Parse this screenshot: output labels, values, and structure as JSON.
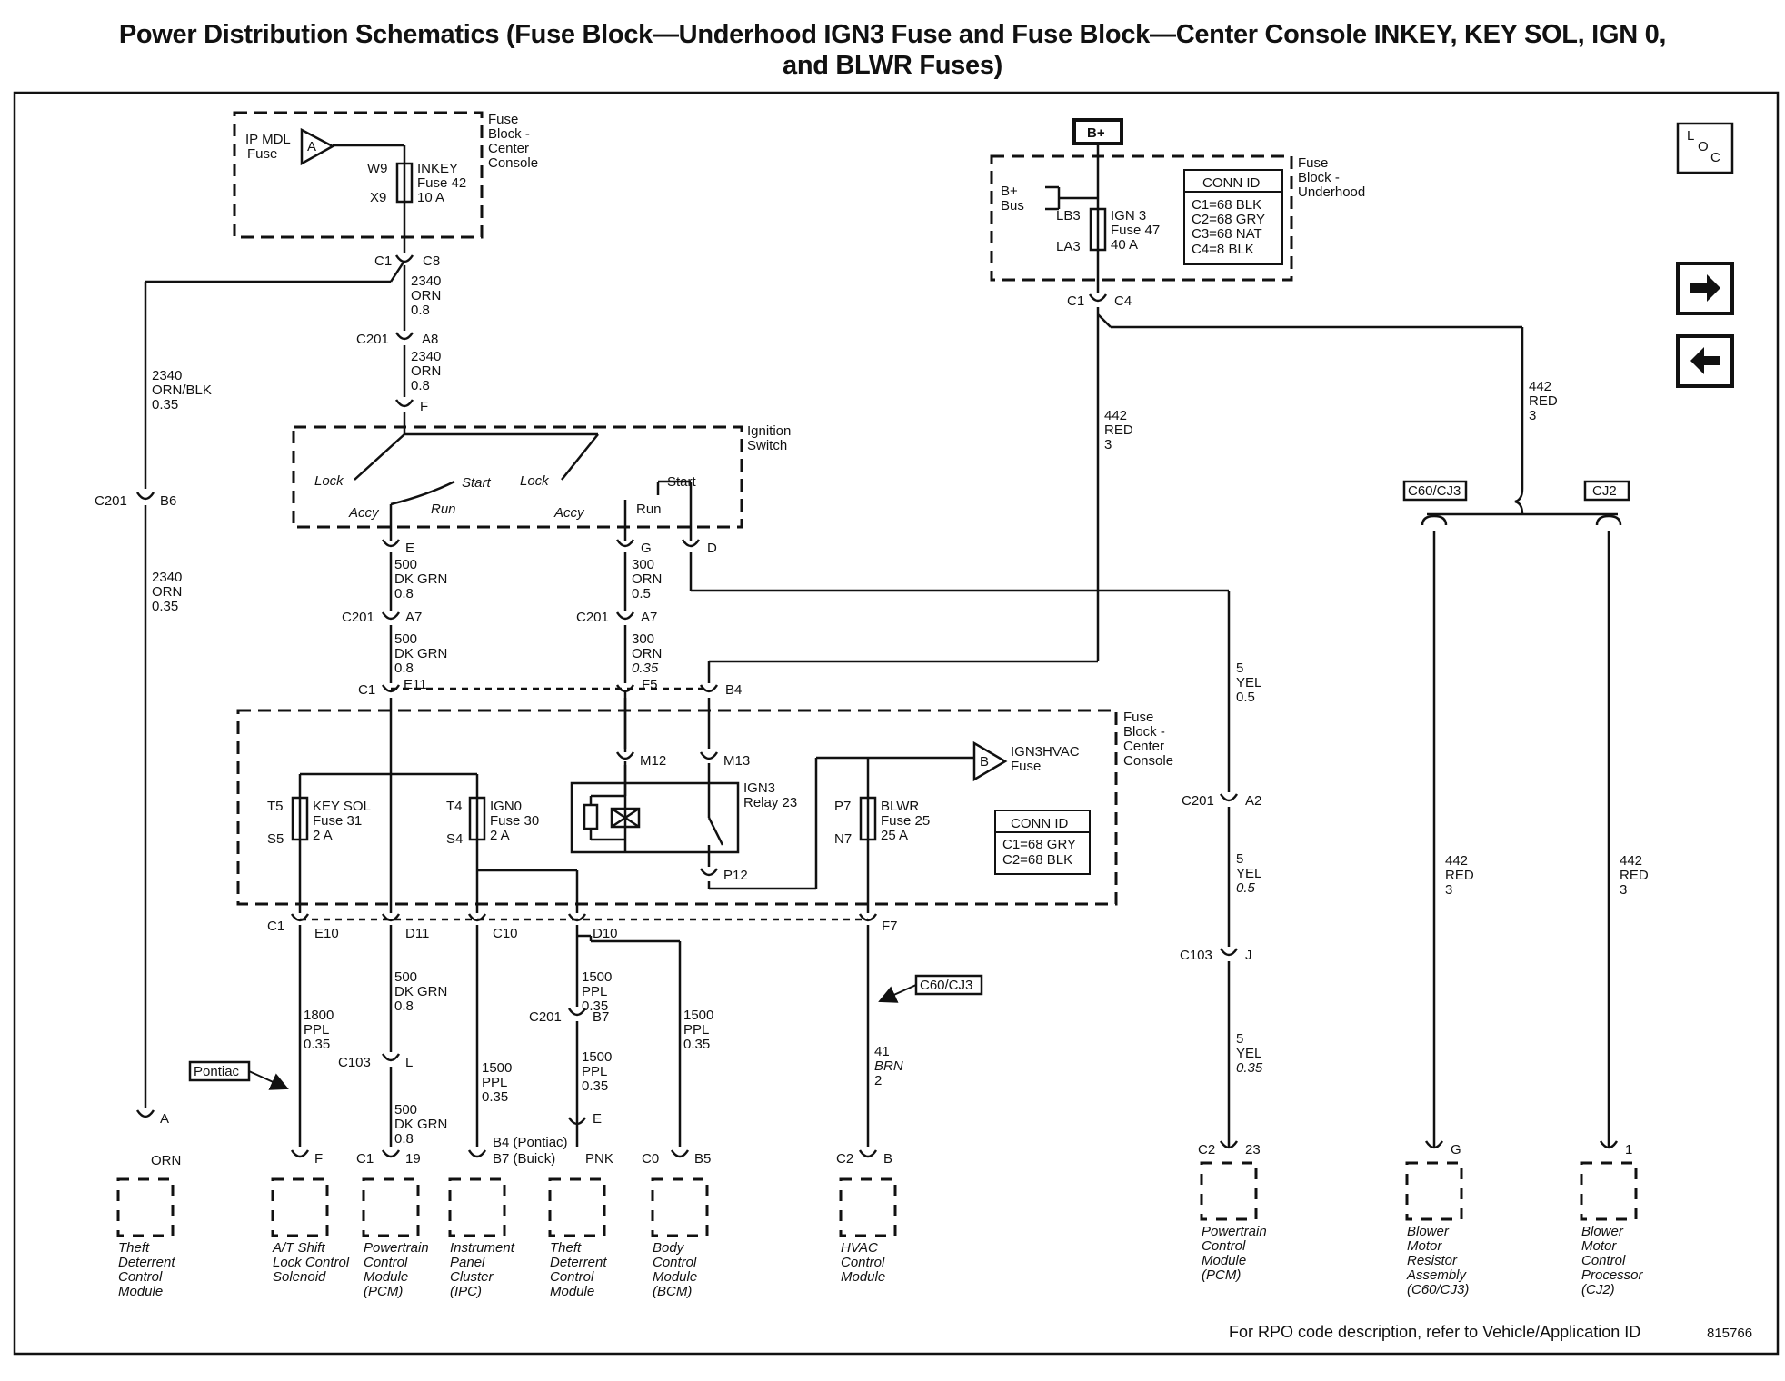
{
  "title_line1": "Power Distribution Schematics (Fuse Block—Underhood IGN3 Fuse and Fuse Block—Center Console INKEY, KEY SOL, IGN 0,",
  "title_line2": "and BLWR Fuses)",
  "loc_icon": "L O C",
  "nav": {
    "next_icon": "arrow-right-icon",
    "prev_icon": "arrow-left-icon"
  },
  "fuse_center_top": {
    "label_1": "Fuse",
    "label_2": "Block -",
    "label_3": "Center",
    "label_4": "Console",
    "ipmdl_1": "IP MDL",
    "ipmdl_2": "Fuse",
    "ipmdl_flag": "A",
    "fuse_1": "INKEY",
    "fuse_2": "Fuse 42",
    "fuse_3": "10 A",
    "pin_top": "W9",
    "pin_bot": "X9"
  },
  "fuse_underhood": {
    "label_1": "Fuse",
    "label_2": "Block -",
    "label_3": "Underhood",
    "bplus": "B+",
    "bus_1": "B+",
    "bus_2": "Bus",
    "fuse_1": "IGN 3",
    "fuse_2": "Fuse 47",
    "fuse_3": "40 A",
    "pin_top": "LB3",
    "pin_bot": "LA3",
    "conn_title": "CONN ID",
    "conn_1": "C1=68 BLK",
    "conn_2": "C2=68 GRY",
    "conn_3": "C3=68 NAT",
    "conn_4": "C4=8 BLK"
  },
  "ignition": {
    "label_1": "Ignition",
    "label_2": "Switch",
    "lock1": "Lock",
    "start1": "Start",
    "run1": "Run",
    "accy1": "Accy",
    "lock2": "Lock",
    "accy2": "Accy",
    "run2": "Run",
    "start2": "Start"
  },
  "fuse_center_bottom": {
    "label_1": "Fuse",
    "label_2": "Block -",
    "label_3": "Center",
    "label_4": "Console",
    "keysol_1": "KEY SOL",
    "keysol_2": "Fuse 31",
    "keysol_3": "2 A",
    "keysol_t": "T5",
    "keysol_s": "S5",
    "ign0_1": "IGN0",
    "ign0_2": "Fuse 30",
    "ign0_3": "2 A",
    "ign0_t": "T4",
    "ign0_s": "S4",
    "relay_1": "IGN3",
    "relay_2": "Relay 23",
    "m12": "M12",
    "m13": "M13",
    "p12": "P12",
    "blwr_1": "BLWR",
    "blwr_2": "Fuse 25",
    "blwr_3": "25 A",
    "blwr_t": "P7",
    "blwr_s": "N7",
    "ign3hvac_1": "IGN3HVAC",
    "ign3hvac_2": "Fuse",
    "ign3hvac_flag": "B",
    "conn_title": "CONN ID",
    "conn_1": "C1=68 GRY",
    "conn_2": "C2=68 BLK"
  },
  "wires": {
    "w2340_8_1": "2340",
    "w2340_8_2": "ORN",
    "w2340_8_3": "0.8",
    "w2340_8b_1": "2340",
    "w2340_8b_2": "ORN",
    "w2340_8b_3": "0.8",
    "w2340_blk_1": "2340",
    "w2340_blk_2": "ORN/BLK",
    "w2340_blk_3": "0.35",
    "w2340_35_1": "2340",
    "w2340_35_2": "ORN",
    "w2340_35_3": "0.35",
    "w500a_1": "500",
    "w500a_2": "DK GRN",
    "w500a_3": "0.8",
    "w500b_1": "500",
    "w500b_2": "DK GRN",
    "w500b_3": "0.8",
    "w300a_1": "300",
    "w300a_2": "ORN",
    "w300a_3": "0.5",
    "w300b_1": "300",
    "w300b_2": "ORN",
    "w300b_3": "0.35",
    "w442a_1": "442",
    "w442a_2": "RED",
    "w442a_3": "3",
    "w442b_1": "442",
    "w442b_2": "RED",
    "w442b_3": "3",
    "w442c_1": "442",
    "w442c_2": "RED",
    "w442c_3": "3",
    "w442d_1": "442",
    "w442d_2": "RED",
    "w442d_3": "3",
    "w5a_1": "5",
    "w5a_2": "YEL",
    "w5a_3": "0.5",
    "w5b_1": "5",
    "w5b_2": "YEL",
    "w5b_3": "0.5",
    "w5c_1": "5",
    "w5c_2": "YEL",
    "w5c_3": "0.35",
    "w1800_1": "1800",
    "w1800_2": "PPL",
    "w1800_3": "0.35",
    "w500c_1": "500",
    "w500c_2": "DK GRN",
    "w500c_3": "0.8",
    "w500d_1": "500",
    "w500d_2": "DK GRN",
    "w500d_3": "0.8",
    "w1500a_1": "1500",
    "w1500a_2": "PPL",
    "w1500a_3": "0.35",
    "w1500b_1": "1500",
    "w1500b_2": "PPL",
    "w1500b_3": "0.35",
    "w1500c_1": "1500",
    "w1500c_2": "PPL",
    "w1500c_3": "0.35",
    "w1500d_1": "1500",
    "w1500d_2": "PPL",
    "w1500d_3": "0.35",
    "w41_1": "41",
    "w41_2": "BRN",
    "w41_3": "2",
    "orn": "ORN",
    "pnk": "PNK"
  },
  "connectors": {
    "c1": "C1",
    "c8": "C8",
    "c201a": "C201",
    "a8": "A8",
    "f": "F",
    "c201b": "C201",
    "b6": "B6",
    "e": "E",
    "g": "G",
    "d": "D",
    "c201c": "C201",
    "a7a": "A7",
    "c201d": "C201",
    "a7b": "A7",
    "c1b": "C1",
    "e11": "E11",
    "f5": "F5",
    "b4": "B4",
    "c1c": "C1",
    "c4": "C4",
    "c201e": "C201",
    "a2": "A2",
    "c1d": "C1",
    "e10": "E10",
    "d11": "D11",
    "c10": "C10",
    "d10": "D10",
    "f7": "F7",
    "c103a": "C103",
    "l": "L",
    "c201f": "C201",
    "b7": "B7",
    "c103b": "C103",
    "j": "J",
    "a": "A",
    "f2": "F",
    "c1e": "C1",
    "p19": "19",
    "b4b7_1": "B4 (Pontiac)",
    "b4b7_2": "B7 (Buick)",
    "e2": "E",
    "c0": "C0",
    "b5": "B5",
    "c2a": "C2",
    "b": "B",
    "c2b": "C2",
    "p23": "23",
    "g2": "G",
    "p1": "1"
  },
  "tags": {
    "pontiac": "Pontiac",
    "c60cj3a": "C60/CJ3",
    "c60cj3b": "C60/CJ3",
    "cj2": "CJ2"
  },
  "modules": {
    "theft1": [
      "Theft",
      "Deterrent",
      "Control",
      "Module"
    ],
    "atshift": [
      "A/T Shift",
      "Lock Control",
      "Solenoid"
    ],
    "pcm1": [
      "Powertrain",
      "Control",
      "Module",
      "(PCM)"
    ],
    "ipc": [
      "Instrument",
      "Panel",
      "Cluster",
      "(IPC)"
    ],
    "theft2": [
      "Theft",
      "Deterrent",
      "Control",
      "Module"
    ],
    "bcm": [
      "Body",
      "Control",
      "Module",
      "(BCM)"
    ],
    "hvac": [
      "HVAC",
      "Control",
      "Module"
    ],
    "pcm2": [
      "Powertrain",
      "Control",
      "Module",
      "(PCM)"
    ],
    "bmra": [
      "Blower",
      "Motor",
      "Resistor",
      "Assembly",
      "(C60/CJ3)"
    ],
    "bmcp": [
      "Blower",
      "Motor",
      "Control",
      "Processor",
      "(CJ2)"
    ]
  },
  "footer": "For RPO code description, refer to Vehicle/Application ID",
  "figure_id": "815766"
}
